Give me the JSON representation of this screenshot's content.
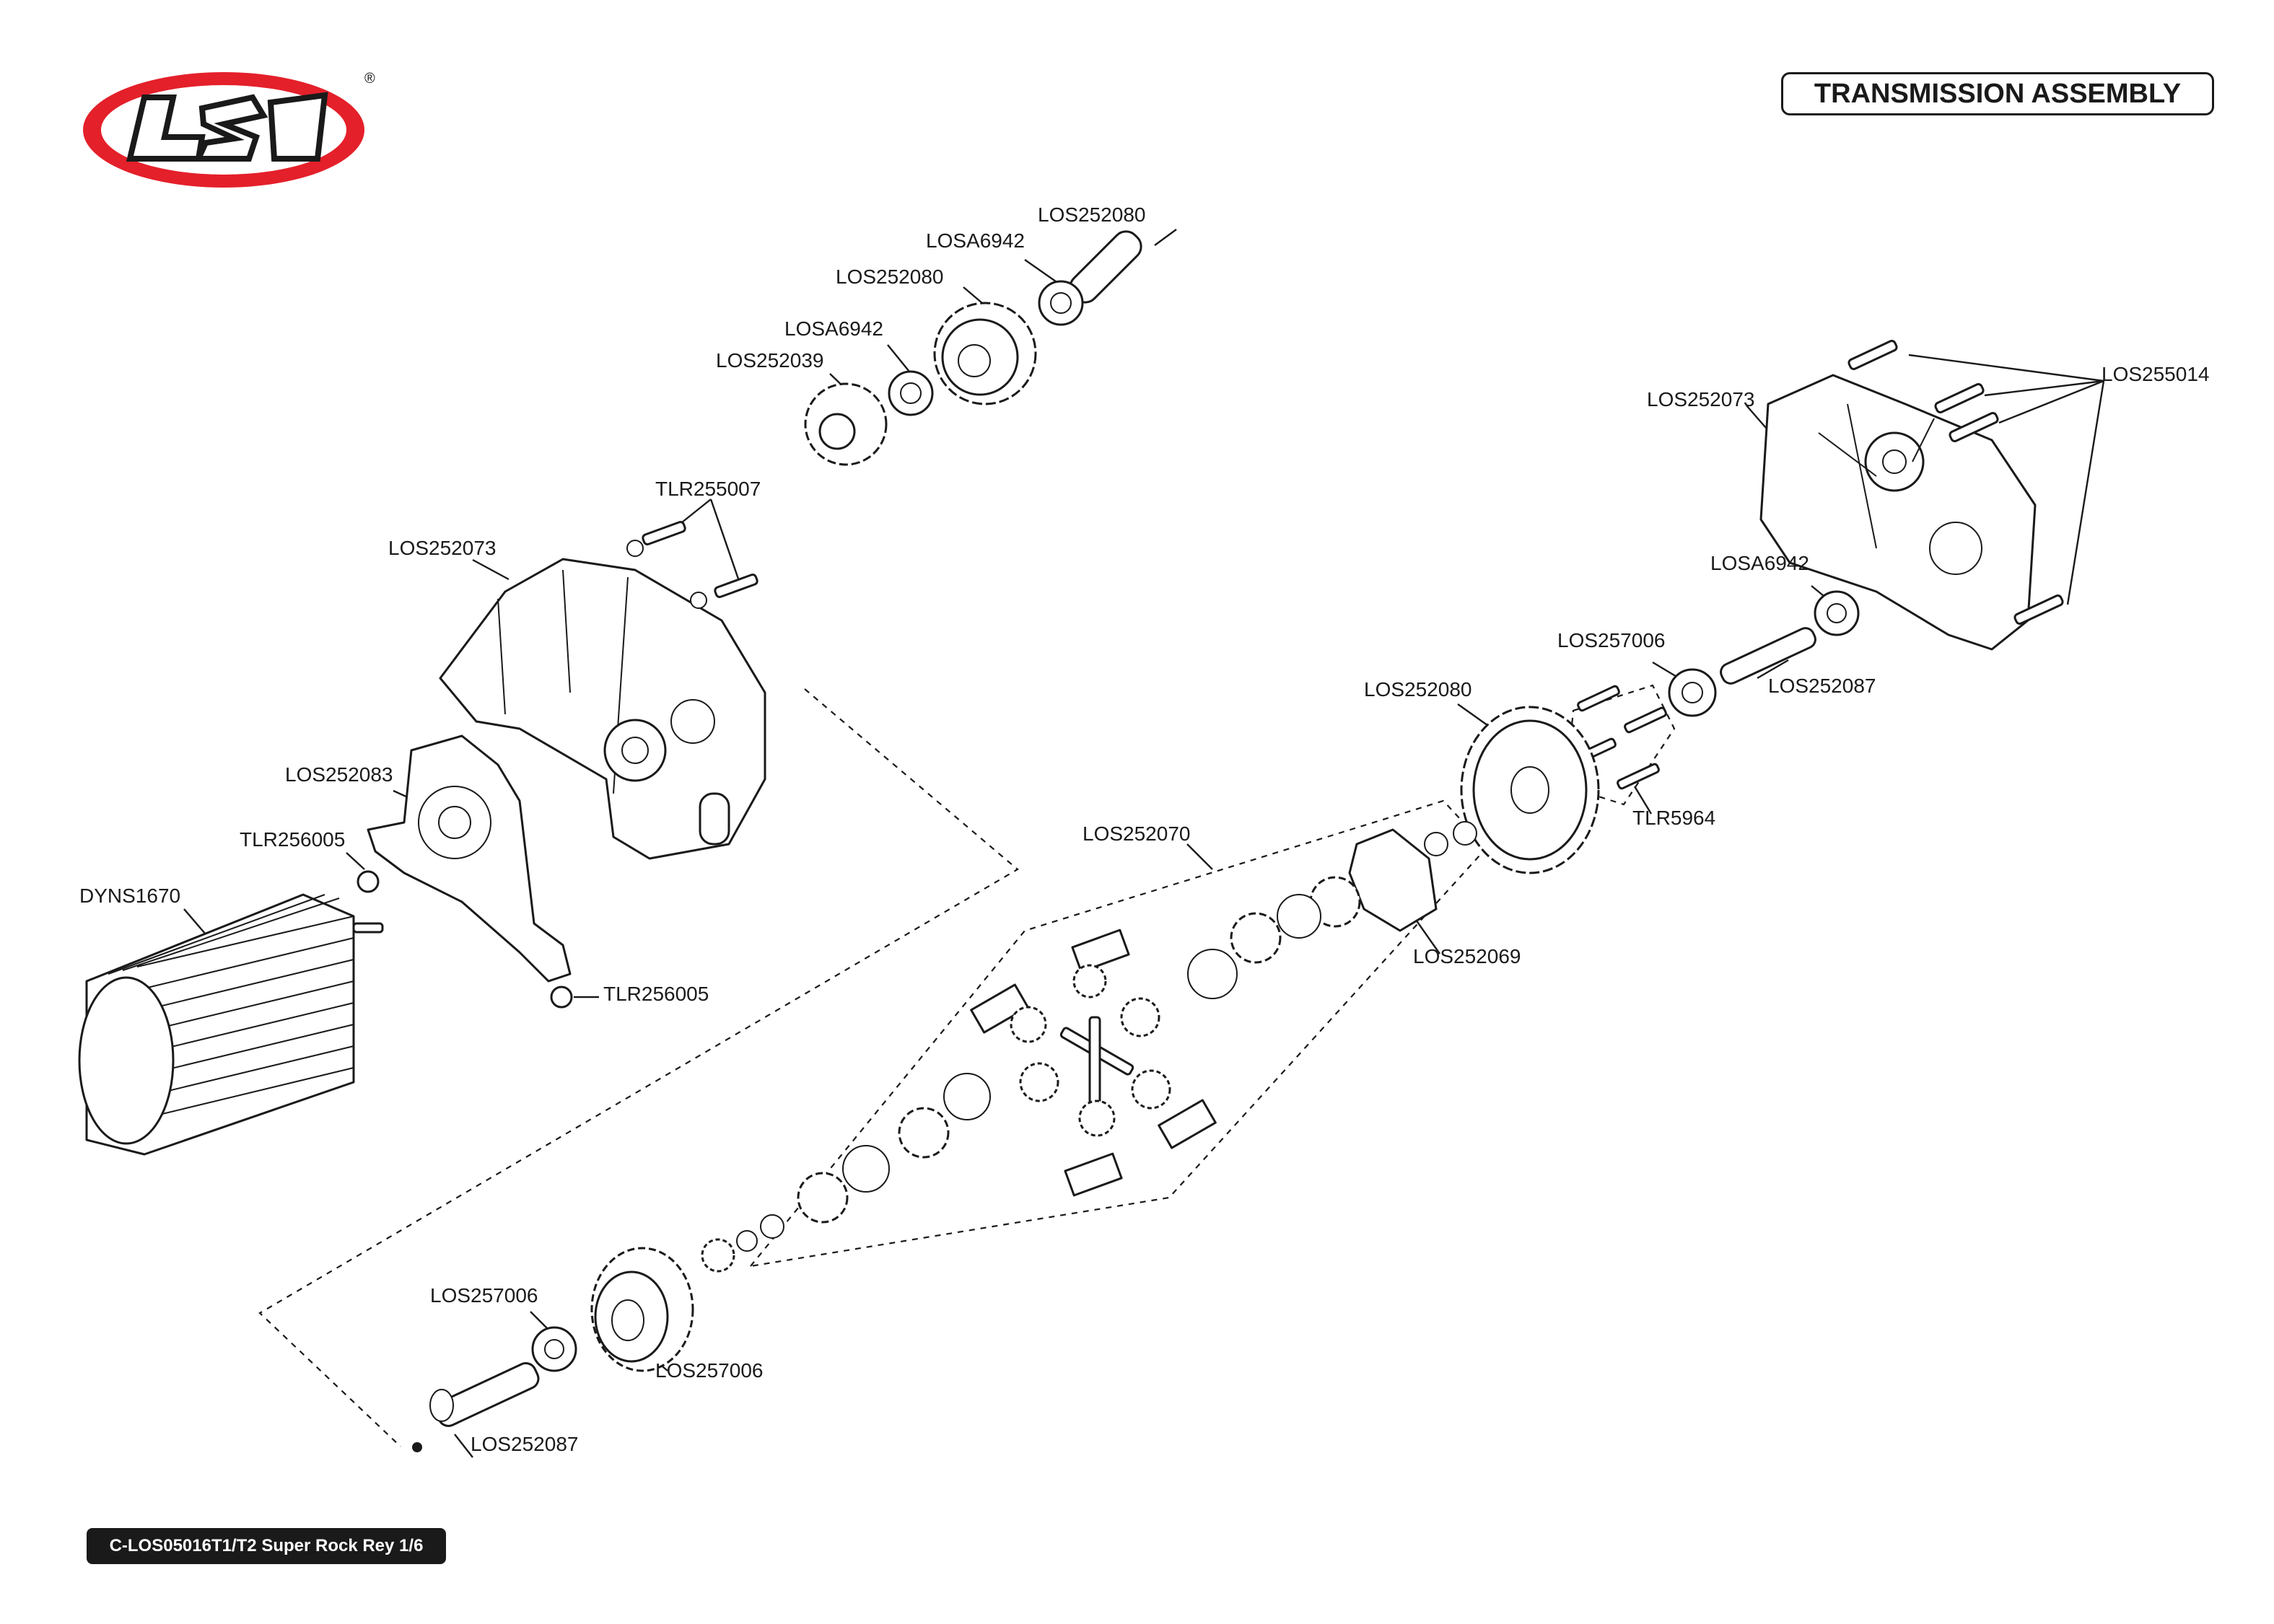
{
  "logo": {
    "text": "LOSI",
    "registered_mark": "®",
    "accent_color": "#e4202a"
  },
  "title": "TRANSMISSION ASSEMBLY",
  "footer": "C-LOS05016T1/T2 Super Rock Rey 1/6",
  "callouts": [
    {
      "id": "c01",
      "label": "LOS252080"
    },
    {
      "id": "c02",
      "label": "LOSA6942"
    },
    {
      "id": "c03",
      "label": "LOS252080"
    },
    {
      "id": "c04",
      "label": "LOSA6942"
    },
    {
      "id": "c05",
      "label": "LOS252039"
    },
    {
      "id": "c06",
      "label": "LOS255014"
    },
    {
      "id": "c07",
      "label": "LOS252073"
    },
    {
      "id": "c08",
      "label": "TLR255007"
    },
    {
      "id": "c09",
      "label": "LOS252073"
    },
    {
      "id": "c10",
      "label": "LOSA6942"
    },
    {
      "id": "c11",
      "label": "LOS257006"
    },
    {
      "id": "c12",
      "label": "LOS252087"
    },
    {
      "id": "c13",
      "label": "LOS252080"
    },
    {
      "id": "c14",
      "label": "LOS252083"
    },
    {
      "id": "c15",
      "label": "TLR256005"
    },
    {
      "id": "c16",
      "label": "TLR5964"
    },
    {
      "id": "c17",
      "label": "LOS252070"
    },
    {
      "id": "c18",
      "label": "DYNS1670"
    },
    {
      "id": "c19",
      "label": "LOS252069"
    },
    {
      "id": "c20",
      "label": "TLR256005"
    },
    {
      "id": "c21",
      "label": "LOS257006"
    },
    {
      "id": "c22",
      "label": "LOS257006"
    },
    {
      "id": "c23",
      "label": "LOS252087"
    }
  ]
}
